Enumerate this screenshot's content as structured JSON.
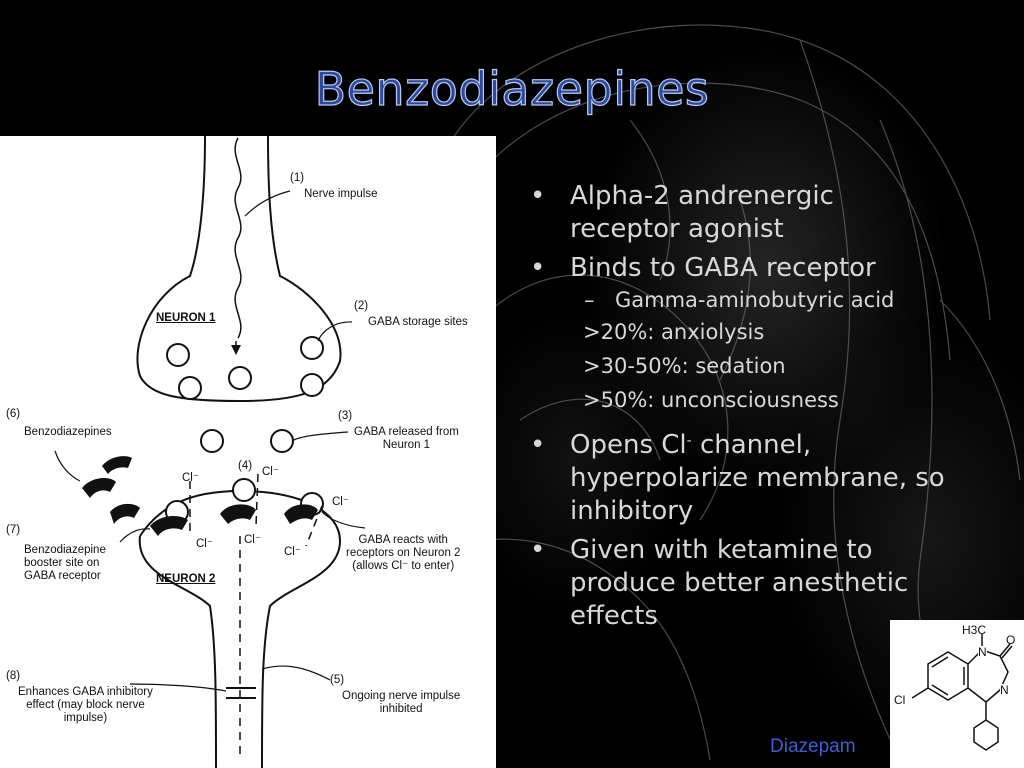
{
  "slide": {
    "title": "Benzodiazepines"
  },
  "diagram": {
    "labels": {
      "n1": "(1)",
      "nerve_impulse": "Nerve impulse",
      "n2": "(2)",
      "gaba_storage": "GABA storage sites",
      "neuron1": "NEURON 1",
      "n3": "(3)",
      "gaba_released": "GABA released from\nNeuron 1",
      "n4": "(4)",
      "n6": "(6)",
      "benzodiazepines": "Benzodiazepines",
      "n7": "(7)",
      "booster_site": "Benzodiazepine\nbooster site on\nGABA receptor",
      "gaba_reacts": "GABA reacts with\nreceptors on Neuron 2\n(allows Cl⁻ to enter)",
      "neuron2": "NEURON 2",
      "n8": "(8)",
      "enhances": "Enhances GABA inhibitory\neffect (may block nerve\nimpulse)",
      "n5": "(5)",
      "ongoing": "Ongoing nerve impulse\ninhibited",
      "cl": "Cl⁻"
    }
  },
  "bullets": [
    {
      "text": "Alpha-2 andrenergic receptor agonist"
    },
    {
      "text": "Binds to GABA receptor"
    },
    {
      "text": "Opens Cl",
      "sup": "-",
      "tail": " channel, hyperpolarize membrane, so inhibitory"
    },
    {
      "text": "Given with ketamine to produce better anesthetic effects"
    }
  ],
  "subbullet": "Gamma-aminobutyric acid",
  "thresholds": [
    ">20%: anxiolysis",
    ">30-50%: sedation",
    ">50%: unconsciousness"
  ],
  "structure": {
    "atoms": {
      "ch3": "H3C",
      "n_top": "N",
      "o": "O",
      "n_ring": "N",
      "cl": "Cl"
    },
    "caption": "Diazepam"
  }
}
